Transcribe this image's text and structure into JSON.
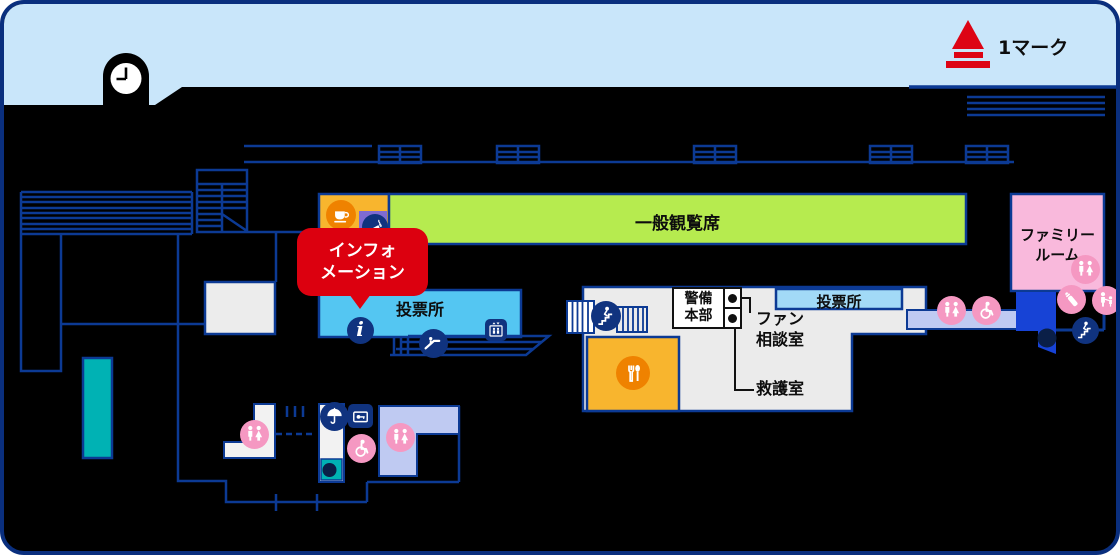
{
  "legend": {
    "mark": "1マーク"
  },
  "rooms": {
    "general_seating": "一般観覧席",
    "family_room": {
      "line1": "ファミリー",
      "line2": "ルーム"
    },
    "betting_left": "投票所",
    "betting_right": "投票所",
    "security": {
      "line1": "警備",
      "line2": "本部"
    },
    "fan_consult": {
      "line1": "ファン",
      "line2": "相談室"
    },
    "first_aid": "救護室"
  },
  "callout": {
    "line1": "インフォ",
    "line2": "メーション"
  },
  "info_glyph": "i",
  "icons": [
    "clock-icon",
    "turn-mark-icon",
    "coffee-icon",
    "smoking-icon",
    "information-icon",
    "escalator-icon",
    "elevator-icon",
    "stairs-icon",
    "restaurant-icon",
    "restroom-icon",
    "wheelchair-icon",
    "baby-bottle-icon",
    "parent-child-icon",
    "umbrella-rental-icon",
    "coin-locker-icon",
    "entrance-icon"
  ],
  "colors": {
    "background": "#000000",
    "water": "#c9e6fa",
    "line_navy": "#0c3a94",
    "green_seating": "#b6eb4f",
    "orange_box": "#f8b52e",
    "orange_icon": "#ef8200",
    "red_callout": "#dc000f",
    "red_mark": "#dd0414",
    "pink_room": "#f9b9dc",
    "pink_icon": "#f598c2",
    "blue_betting_left": "#54c6f2",
    "blue_betting_right": "#a2daf7",
    "lavender": "#bfcaf2",
    "teal": "#00b2b4",
    "navy_icon": "#10337f",
    "door_blue": "#1743d6",
    "gray_room": "#ebebeb",
    "purple_smoking": "#7e6bd2"
  }
}
